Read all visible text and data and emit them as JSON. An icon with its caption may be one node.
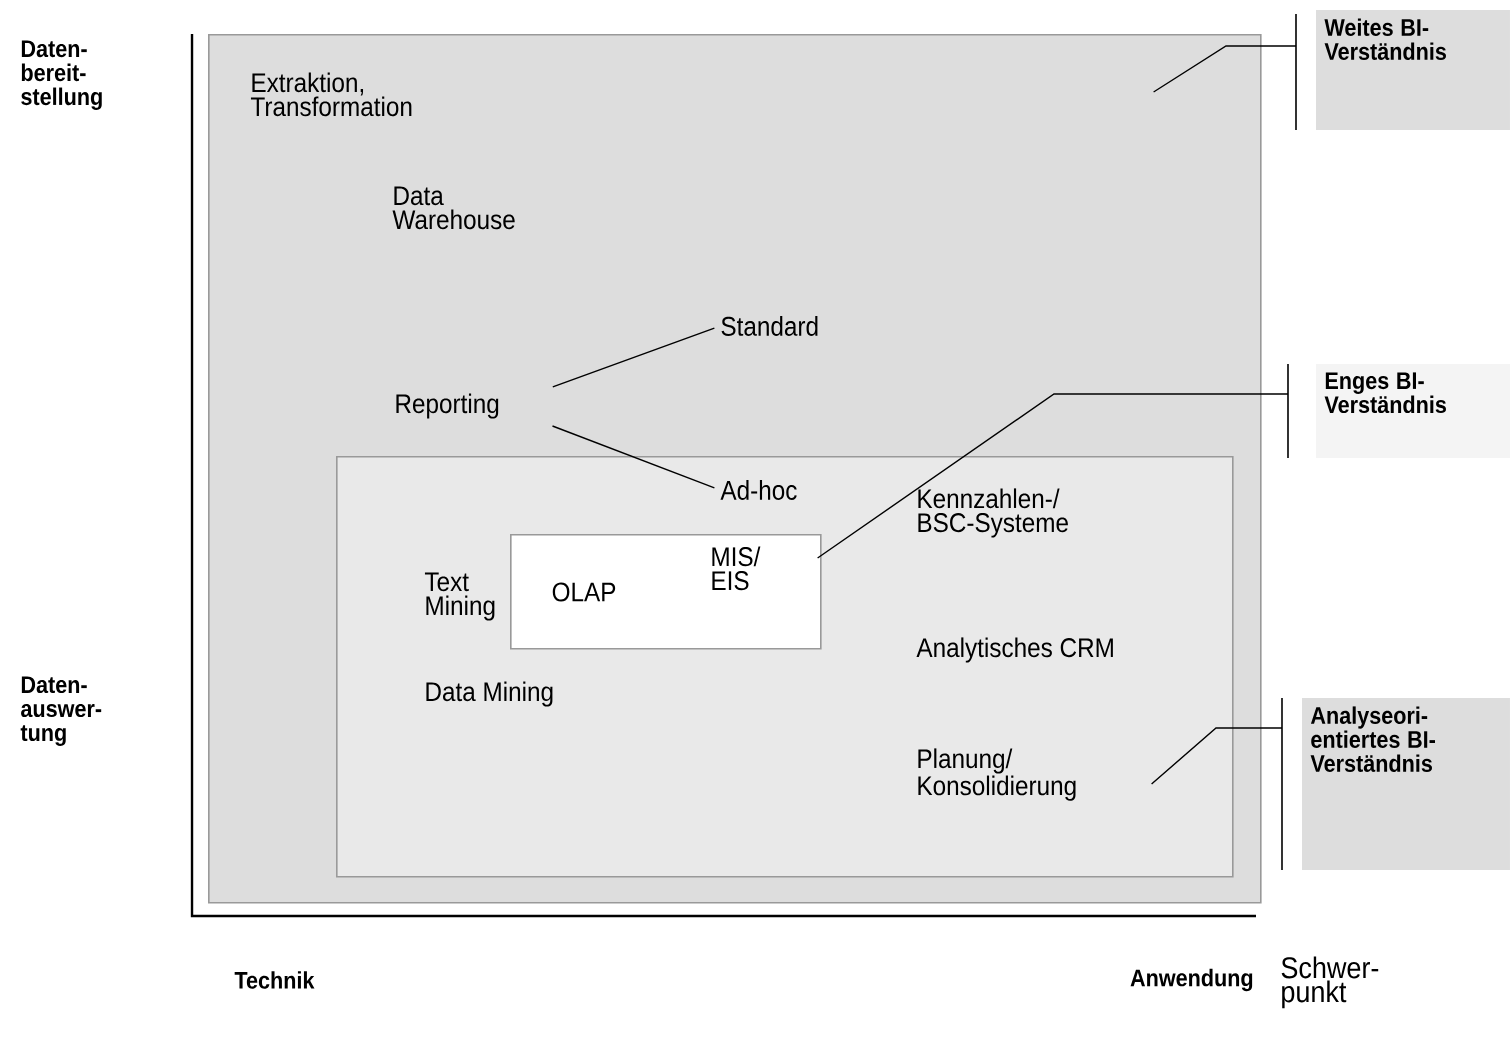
{
  "diagram": {
    "nodes": [
      {
        "text": [],
        "shape": "box"
      },
      {
        "text": [
          "Extraktion, Transformation"
        ],
        "in": 0
      },
      {
        "text": [
          "Data Warehouse"
        ],
        "in": 0
      },
      {
        "text": [
          "Reporting"
        ],
        "in": 0
      },
      {
        "text": [
          "Standard"
        ],
        "in": 0
      },
      {
        "text": [],
        "shape": "box",
        "in": 0
      },
      {
        "text": [
          "Ad-hoc"
        ],
        "in": 5
      },
      {
        "text": [
          "Text Mining"
        ],
        "in": 5
      },
      {
        "text": [
          "OLAP",
          "MIS/ EIS"
        ],
        "in": 5
      },
      {
        "text": [
          "Kennzahlen-/ BSC-Systeme"
        ],
        "in": 5
      },
      {
        "text": [
          "Analytisches CRM"
        ],
        "in": 5
      },
      {
        "text": [
          "Data Mining"
        ],
        "in": 5
      },
      {
        "text": [
          "Planung/ Konsolidierung"
        ],
        "in": 5
      },
      {
        "text": [
          "Weites BI- Verständnis"
        ]
      },
      {
        "text": [
          "Enges BI- Verständnis"
        ]
      },
      {
        "text": [
          "Analyseori- entiertes BI- Verständnis"
        ]
      }
    ],
    "edges": [
      {
        "from": 3,
        "to": 4,
        "arrow": "none"
      },
      {
        "from": 3,
        "to": 6,
        "arrow": "none"
      },
      {
        "from": 13,
        "to": 0,
        "arrow": "none"
      },
      {
        "from": 14,
        "to": 8,
        "arrow": "none"
      },
      {
        "from": 15,
        "to": 5,
        "arrow": "none"
      }
    ],
    "labels": [
      "Daten- bereit- stellung",
      "Daten- auswer- tung",
      "Technik",
      "Anwendung",
      "Schwer- punkt"
    ]
  }
}
